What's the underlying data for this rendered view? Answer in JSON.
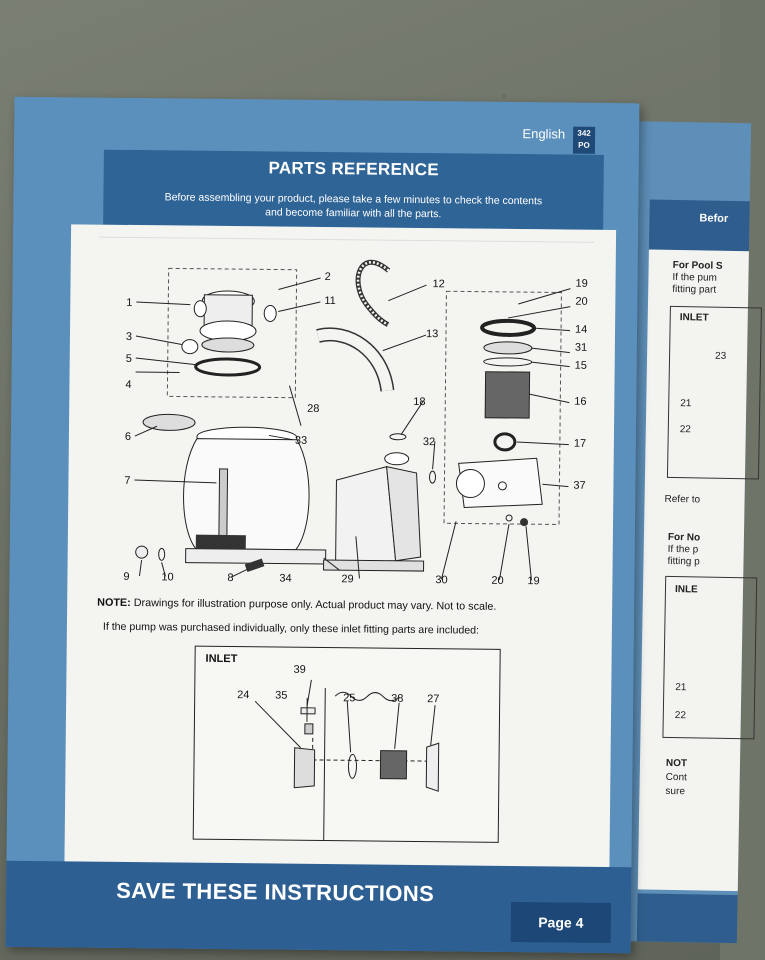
{
  "header": {
    "language": "English",
    "page_code": "342 PO",
    "page_code_line1": "342",
    "page_code_line2": "PO",
    "title": "PARTS REFERENCE",
    "subtitle_line1": "Before assembling your product, please take a few minutes to check the contents",
    "subtitle_line2": "and become familiar with all the parts."
  },
  "diagram": {
    "callouts": [
      "1",
      "2",
      "3",
      "4",
      "5",
      "6",
      "7",
      "8",
      "9",
      "10",
      "11",
      "12",
      "13",
      "14",
      "15",
      "16",
      "17",
      "18",
      "19",
      "20",
      "28",
      "29",
      "30",
      "31",
      "32",
      "33",
      "34",
      "37"
    ]
  },
  "note": {
    "label": "NOTE:",
    "text": " Drawings for illustration purpose only. Actual product may vary. Not to scale."
  },
  "pump_note": "If the pump was purchased individually, only these inlet fitting parts are included:",
  "inlet": {
    "label": "INLET",
    "callouts": [
      "39",
      "24",
      "35",
      "25",
      "38",
      "27"
    ]
  },
  "footer": {
    "save_text": "SAVE THESE INSTRUCTIONS",
    "page": "Page 4"
  },
  "adjacent_page": {
    "heading": "Befor",
    "pool_heading": "For Pool S",
    "line1": "If the pum",
    "line2": "fitting part",
    "inlet": "INLET",
    "n23": "23",
    "n21": "21",
    "n22": "22",
    "refer": "Refer to",
    "for_no": "For No",
    "if_the_p": "If the p",
    "fitting_p": "fitting p",
    "inle": "INLE",
    "n21b": "21",
    "n22b": "22",
    "not": "NOT",
    "cont": "Cont",
    "sure": "sure"
  }
}
